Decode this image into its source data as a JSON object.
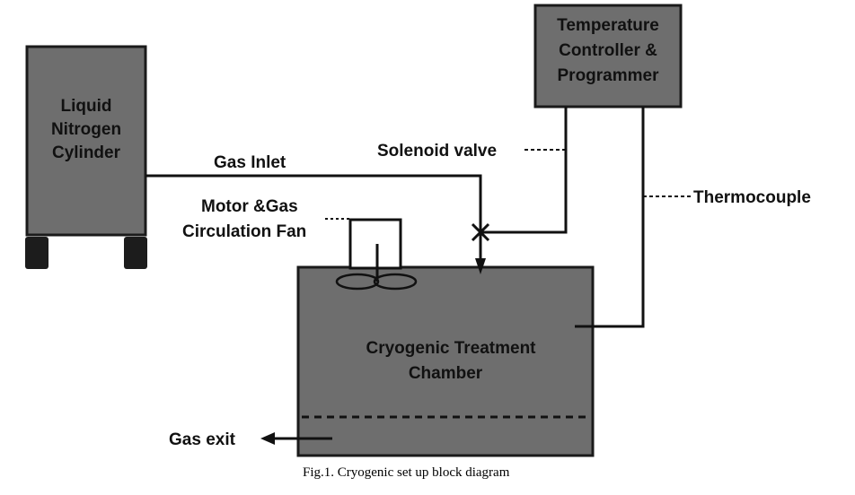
{
  "diagram": {
    "nodes": {
      "cylinder": [
        "Liquid",
        "Nitrogen",
        "Cylinder"
      ],
      "controller": [
        "Temperature",
        "Controller &",
        "Programmer"
      ],
      "chamber": [
        "Cryogenic Treatment",
        "Chamber"
      ]
    },
    "labels": {
      "gas_inlet": "Gas Inlet",
      "fan": [
        "Motor &Gas",
        "Circulation Fan"
      ],
      "solenoid": "Solenoid valve",
      "thermocouple": "Thermocouple",
      "gas_exit": "Gas exit"
    },
    "caption": "Fig.1. Cryogenic set up block diagram",
    "colors": {
      "box_fill": "#6e6e6e",
      "box_stroke": "#1a1a1a",
      "line": "#111111",
      "background": "#ffffff"
    }
  }
}
